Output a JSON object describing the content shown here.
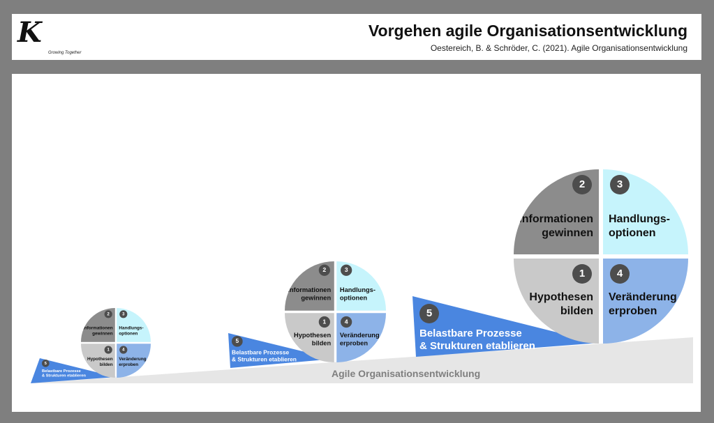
{
  "header": {
    "logo": "K",
    "logo_tagline": "Growing Together",
    "title": "Vorgehen agile Organisationsentwicklung",
    "citation": "Oestereich, B. & Schröder, C. (2021). Agile Organisationsentwicklung"
  },
  "cycle": {
    "q1": {
      "num": "1",
      "label": "Hypothesen bilden"
    },
    "q2": {
      "num": "2",
      "label": "Informationen gewinnen"
    },
    "q3": {
      "num": "3",
      "label": "Handlungs-optionen"
    },
    "q4": {
      "num": "4",
      "label": "Veränderung erproben"
    },
    "q5": {
      "num": "5",
      "label1": "Belastbare Prozesse",
      "label2": "& Strukturen etablieren"
    }
  },
  "ground_label": "Agile Organisationsentwicklung",
  "colors": {
    "dark": "#8c8c8c",
    "cyan": "#c6f4fc",
    "light": "#c9c9c9",
    "blue": "#8db3e8",
    "triangle": "#4a86e0"
  }
}
